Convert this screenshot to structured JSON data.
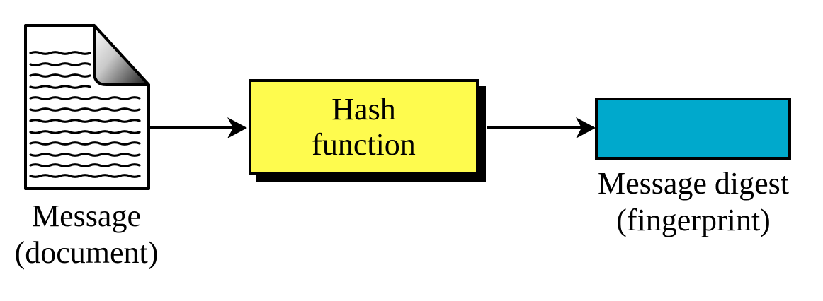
{
  "figure": {
    "kind": "flow-diagram",
    "background": "#ffffff",
    "outline_color": "#000000",
    "text_color": "#000000",
    "nodes": {
      "message": {
        "icon": "document-icon",
        "label_line1": "Message",
        "label_line2": "(document)"
      },
      "hash": {
        "shape": "process-box",
        "fill": "#fefb4e",
        "shadow_color": "#000000",
        "label_line1": "Hash",
        "label_line2": "function"
      },
      "digest": {
        "shape": "output-box",
        "fill": "#00a9cc",
        "label_line1": "Message digest",
        "label_line2": "(fingerprint)"
      }
    },
    "arrows": [
      {
        "from": "message",
        "to": "hash"
      },
      {
        "from": "hash",
        "to": "digest"
      }
    ]
  }
}
